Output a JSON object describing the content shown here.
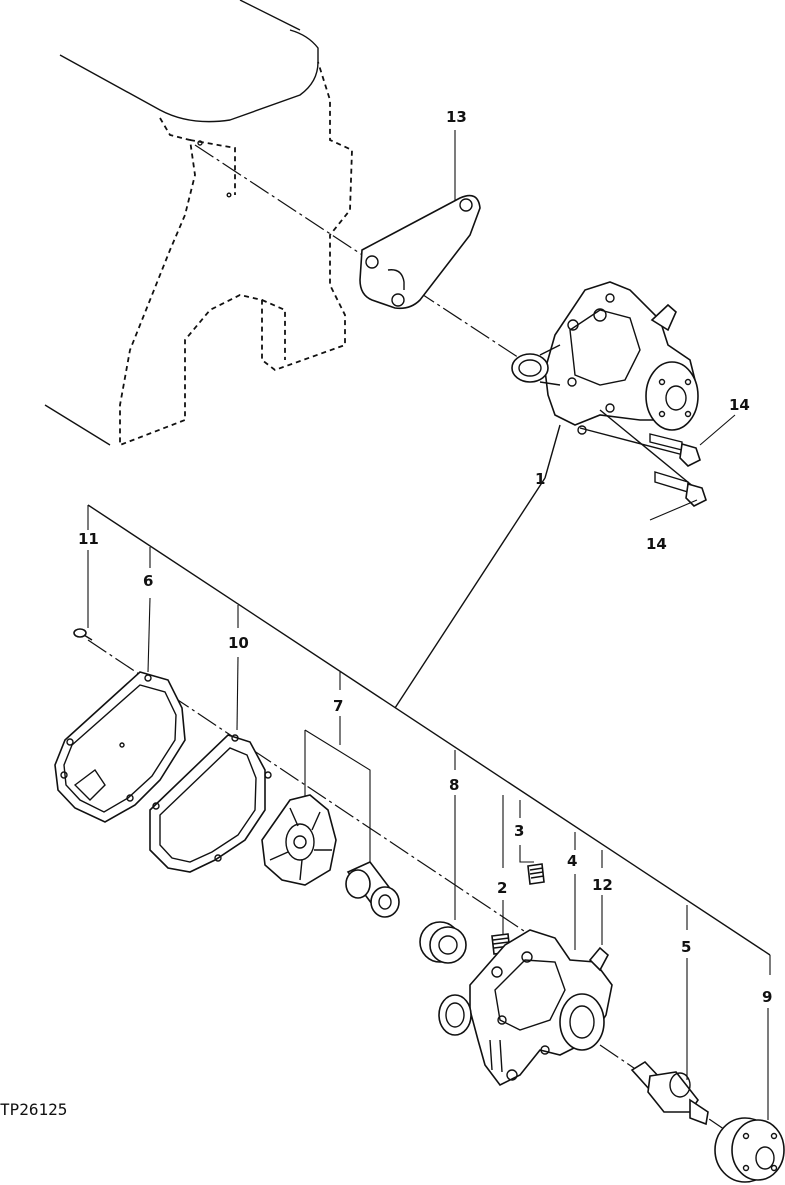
{
  "callouts": {
    "c1": "1",
    "c2": "2",
    "c3": "3",
    "c4": "4",
    "c5": "5",
    "c6": "6",
    "c7": "7",
    "c8": "8",
    "c9": "9",
    "c10": "10",
    "c11": "11",
    "c12": "12",
    "c13": "13",
    "c14a": "14",
    "c14b": "14"
  },
  "figure_ref": "TP26125"
}
